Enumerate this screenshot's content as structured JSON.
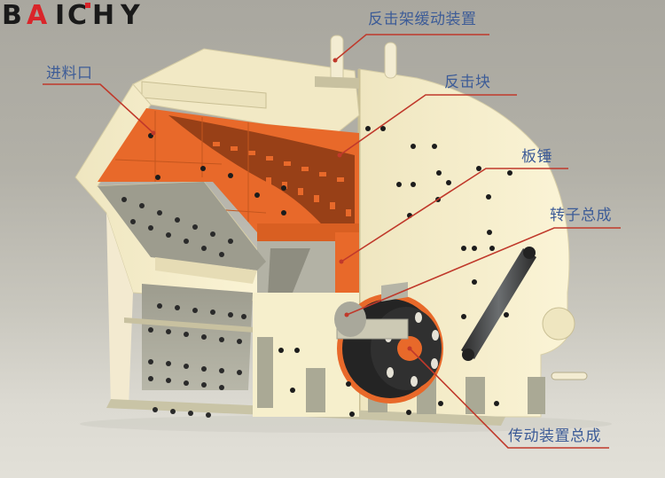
{
  "diagram": {
    "type": "impact crusher cutaway",
    "colors": {
      "label_text": "#3d5c97",
      "leader_line": "#c0392b",
      "frame": "#f6efcc",
      "liner": "#e8692a",
      "liner_dark": "#8a3a14",
      "steel_grey": "#a8a79a",
      "bolt": "#1c1c1c",
      "background_top": "#a9a79f",
      "background_bottom": "#e2e0d8"
    },
    "labels": [
      {
        "id": "impact-rack-buffer",
        "text": "反击架缓动装置"
      },
      {
        "id": "feed-inlet",
        "text": "进料口"
      },
      {
        "id": "impact-block",
        "text": "反击块"
      },
      {
        "id": "blow-bar",
        "text": "板锤"
      },
      {
        "id": "rotor-assembly",
        "text": "转子总成"
      },
      {
        "id": "drive-assembly",
        "text": "传动装置总成"
      }
    ]
  },
  "brand": {
    "logo_text": "BAICHY",
    "letters": [
      "B",
      "A",
      "I",
      "C",
      "H",
      "Y"
    ],
    "logo_color": "#1a1a1a",
    "logo_accent": "#d9252a"
  }
}
